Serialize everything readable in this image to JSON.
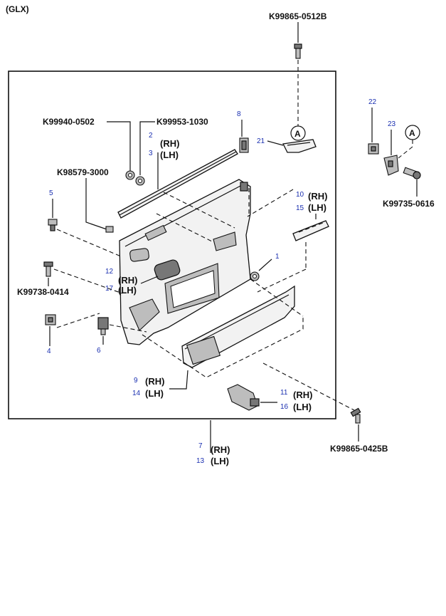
{
  "diagram": {
    "variant": "(GLX)",
    "callout_letter": "A",
    "part_numbers": {
      "screw_top": "K99865-0512B",
      "clip_a": "K99940-0502",
      "clip_b": "K99953-1030",
      "clip_c": "K98579-3000",
      "screw_bracket": "K99735-0616",
      "screw_left": "K99738-0414",
      "screw_bottom": "K99865-0425B"
    },
    "index_numbers": {
      "n1": "1",
      "n2": "2",
      "n3": "3",
      "n4": "4",
      "n5": "5",
      "n6": "6",
      "n7": "7",
      "n8": "8",
      "n9": "9",
      "n10": "10",
      "n11": "11",
      "n12": "12",
      "n13": "13",
      "n14": "14",
      "n15": "15",
      "n16": "16",
      "n17": "17",
      "n21": "21",
      "n22": "22",
      "n23": "23"
    },
    "side_labels": {
      "rh": "(RH)",
      "lh": "(LH)"
    }
  }
}
